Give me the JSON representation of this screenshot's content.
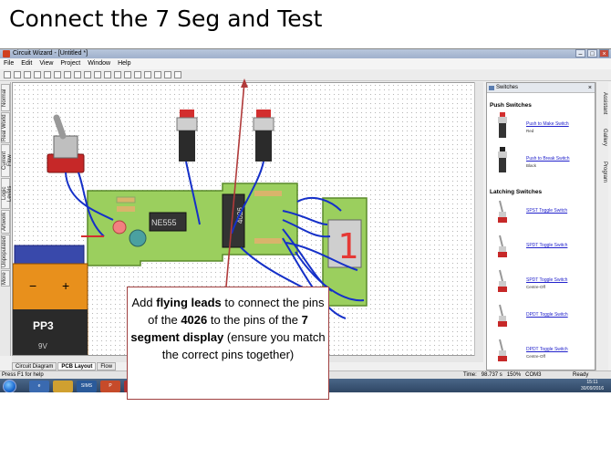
{
  "slide": {
    "title": "Connect the 7 Seg and Test"
  },
  "window": {
    "title": "Circuit Wizard - [Untitled *]",
    "menu": [
      "File",
      "Edit",
      "View",
      "Project",
      "Window",
      "Help"
    ]
  },
  "left_tabs": [
    "Normal",
    "Real World",
    "Current Flow",
    "Logic Levels",
    "Artwork",
    "Unpopulated",
    "More"
  ],
  "bottom_tabs": [
    "Circuit Diagram",
    "PCB Layout",
    "Flow"
  ],
  "circuit": {
    "chip_555": "NE555",
    "chip_4026": "4026",
    "battery_label": "PP3",
    "battery_voltage": "9V",
    "battery_plus": "+",
    "battery_minus": "−",
    "seg_digit": "1"
  },
  "panel": {
    "title": "Switches",
    "close": "×",
    "push_section": "Push Switches",
    "push_items": [
      {
        "label": "Push to Make Switch",
        "sub": "Red"
      },
      {
        "label": "Push to Break Switch",
        "sub": "Black"
      }
    ],
    "latching_section": "Latching Switches",
    "latching_items": [
      {
        "label": "SPST Toggle Switch",
        "sub": ""
      },
      {
        "label": "SPDT Toggle Switch",
        "sub": ""
      },
      {
        "label": "SPDT Toggle Switch",
        "sub": "Centre-Off"
      },
      {
        "label": "DPDT Toggle Switch",
        "sub": ""
      },
      {
        "label": "DPDT Toggle Switch",
        "sub": "Centre-Off"
      }
    ]
  },
  "right_tabs": [
    "Assistant",
    "Gallery",
    "Program"
  ],
  "status": {
    "help": "Press F1 for help",
    "time_label": "Time:",
    "time_value": "98.737 s",
    "zoom": "150%",
    "port": "COM3",
    "ready": "Ready"
  },
  "taskbar": {
    "sims": "SIMS",
    "time": "15:11",
    "date": "30/09/2016"
  },
  "callout": {
    "pre1": "Add ",
    "bold1": "flying leads",
    "post1": " to connect the pins of the ",
    "bold2": "4026",
    "post2": " to the pins of the ",
    "bold3": "7 segment display",
    "post3": " (ensure you match the correct pins together)"
  }
}
